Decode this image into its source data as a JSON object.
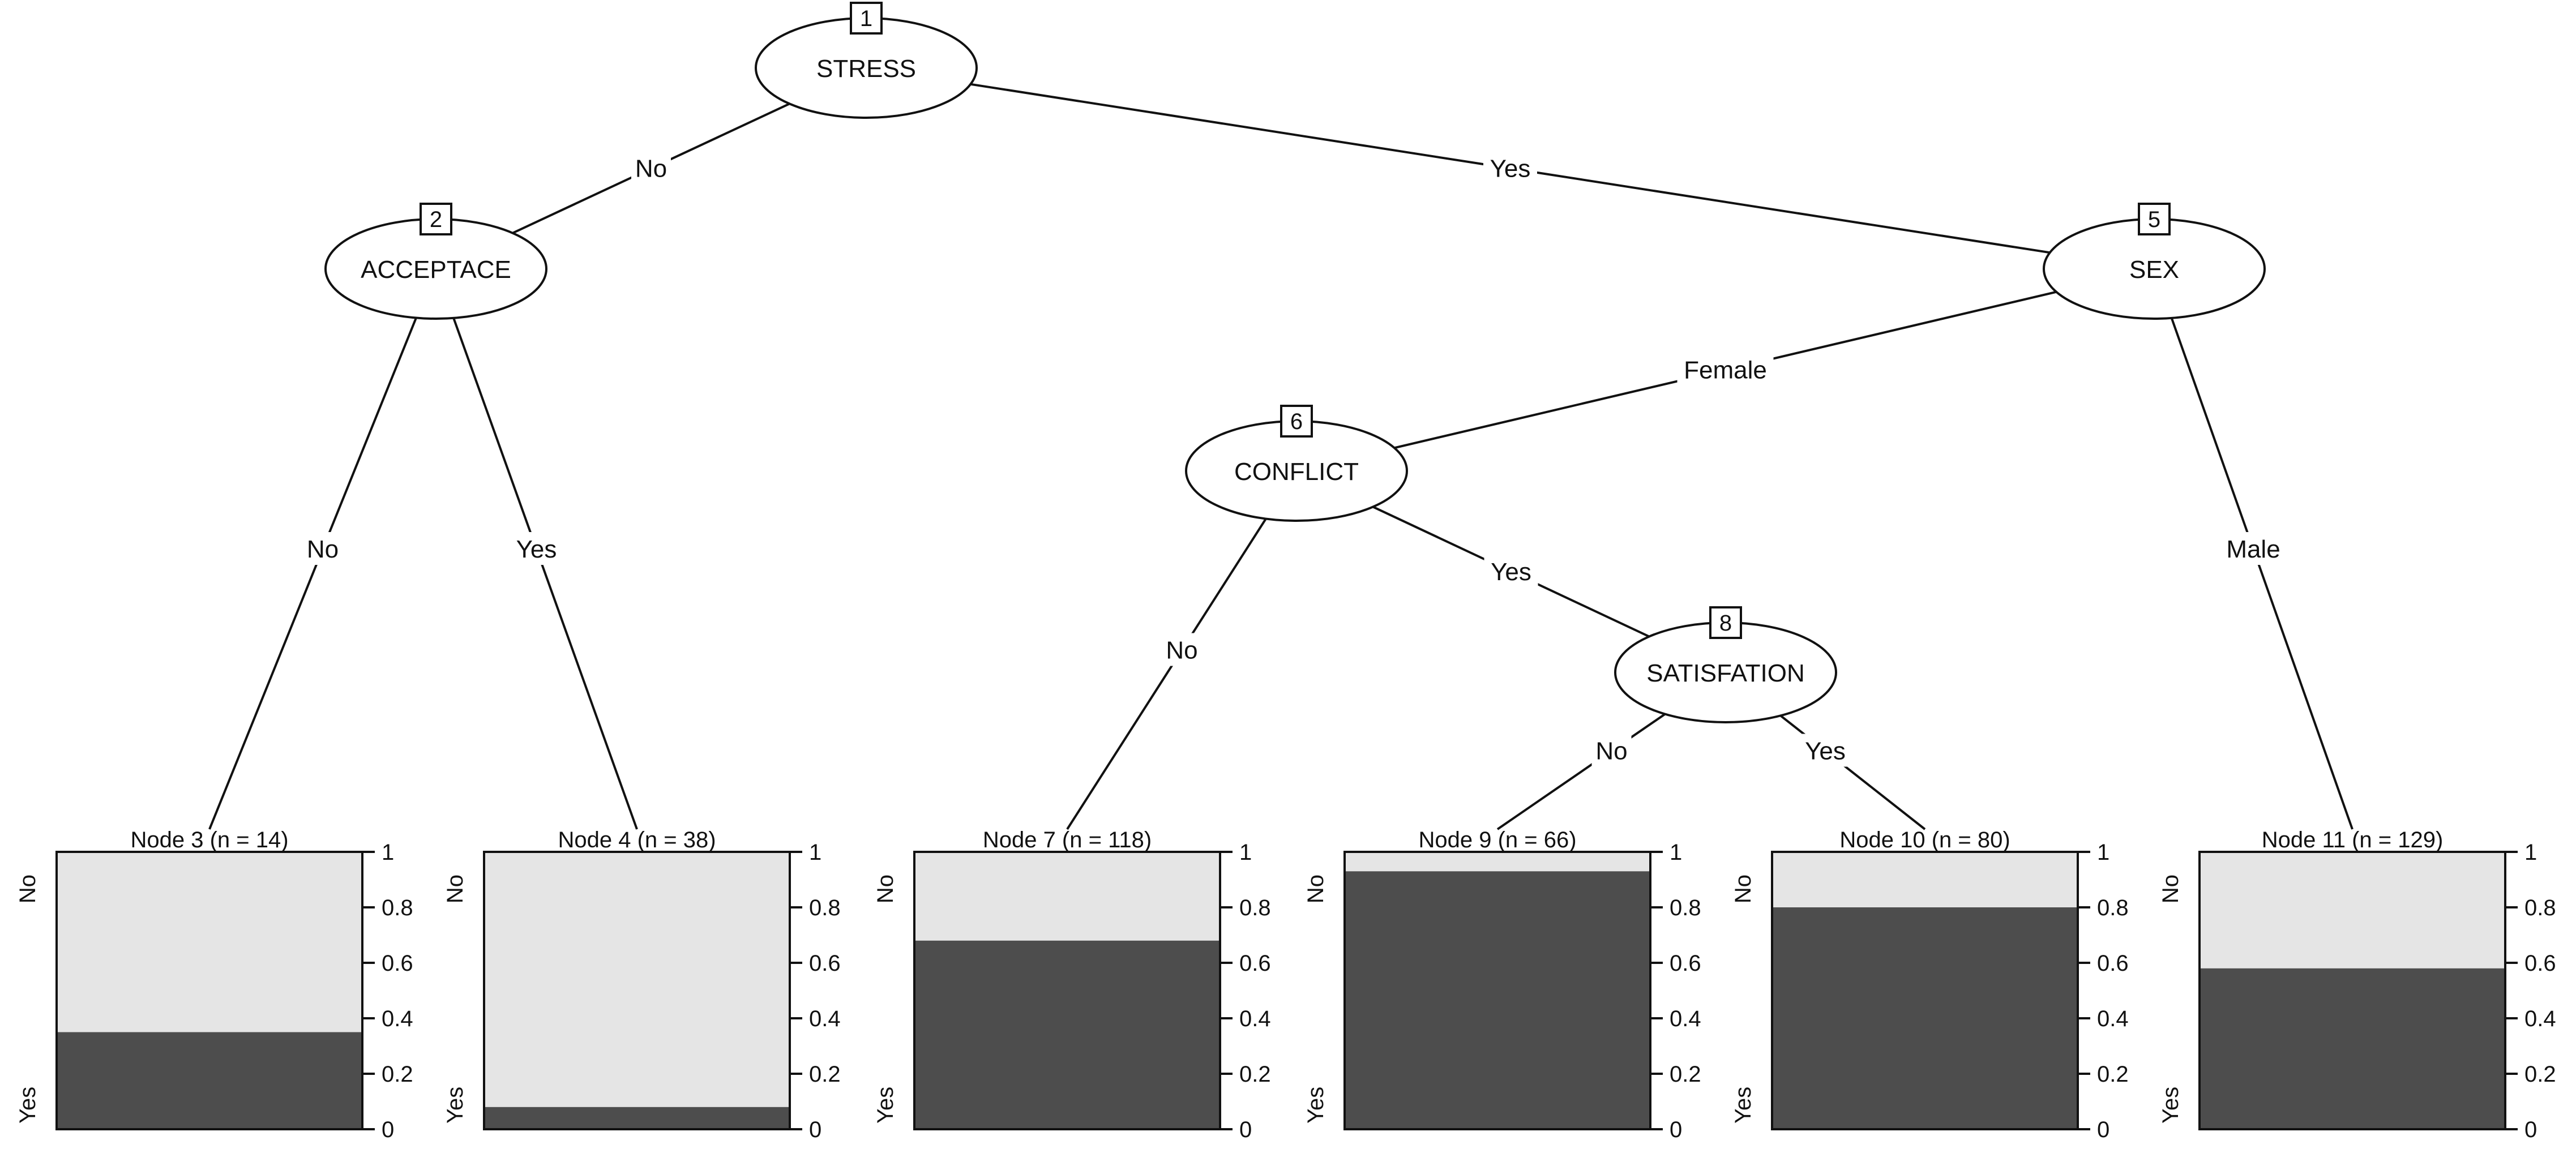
{
  "colors": {
    "no_fill": "#e5e5e5",
    "yes_fill": "#4d4d4d",
    "line": "#111111"
  },
  "inner_nodes": [
    {
      "id": "1",
      "label": "STRESS"
    },
    {
      "id": "2",
      "label": "ACCEPTACE"
    },
    {
      "id": "5",
      "label": "SEX"
    },
    {
      "id": "6",
      "label": "CONFLICT"
    },
    {
      "id": "8",
      "label": "SATISFATION"
    }
  ],
  "edges": [
    {
      "from": "1",
      "to": "2",
      "label": "No"
    },
    {
      "from": "1",
      "to": "5",
      "label": "Yes"
    },
    {
      "from": "2",
      "to": "3",
      "label": "No"
    },
    {
      "from": "2",
      "to": "4",
      "label": "Yes"
    },
    {
      "from": "5",
      "to": "6",
      "label": "Female"
    },
    {
      "from": "5",
      "to": "11",
      "label": "Male"
    },
    {
      "from": "6",
      "to": "7",
      "label": "No"
    },
    {
      "from": "6",
      "to": "8",
      "label": "Yes"
    },
    {
      "from": "8",
      "to": "9",
      "label": "No"
    },
    {
      "from": "8",
      "to": "10",
      "label": "Yes"
    }
  ],
  "terminal_nodes": [
    {
      "id": "3",
      "title": "Node 3 (n = 14)",
      "yes_fraction": 0.35
    },
    {
      "id": "4",
      "title": "Node 4 (n = 38)",
      "yes_fraction": 0.08
    },
    {
      "id": "7",
      "title": "Node 7 (n = 118)",
      "yes_fraction": 0.68
    },
    {
      "id": "9",
      "title": "Node 9 (n = 66)",
      "yes_fraction": 0.93
    },
    {
      "id": "10",
      "title": "Node 10 (n = 80)",
      "yes_fraction": 0.8
    },
    {
      "id": "11",
      "title": "Node 11 (n = 129)",
      "yes_fraction": 0.58
    }
  ],
  "axis": {
    "category_top": "No",
    "category_bottom": "Yes",
    "ticks": [
      "0",
      "0.2",
      "0.4",
      "0.6",
      "0.8",
      "1"
    ]
  }
}
